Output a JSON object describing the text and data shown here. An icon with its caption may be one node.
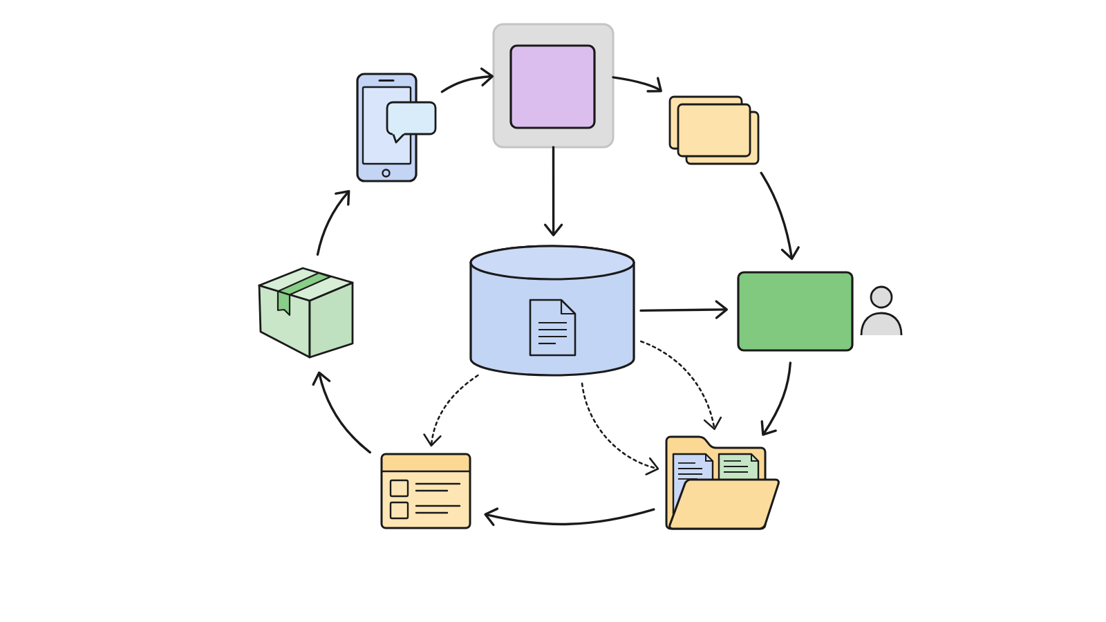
{
  "diagram": {
    "nodes": [
      {
        "text": [],
        "shape": "picture"
      },
      {
        "text": [],
        "shape": "box"
      },
      {
        "text": [],
        "shape": "box",
        "in": 1
      },
      {
        "text": [],
        "shape": "box"
      },
      {
        "text": [],
        "shape": "picture"
      },
      {
        "text": [],
        "shape": "cylinder"
      },
      {
        "text": [],
        "shape": "box"
      },
      {
        "text": [],
        "shape": "picture"
      },
      {
        "text": [],
        "shape": "picture"
      }
    ],
    "edges": [
      {
        "from": 0,
        "to": 1,
        "arrow": "to"
      },
      {
        "from": 1,
        "to": 3,
        "arrow": "to"
      },
      {
        "from": 1,
        "to": 5,
        "arrow": "to"
      },
      {
        "from": 3,
        "to": 6,
        "arrow": "to"
      },
      {
        "from": 5,
        "to": 6,
        "arrow": "to"
      },
      {
        "from": 6,
        "to": 8,
        "arrow": "to"
      },
      {
        "from": 5,
        "to": 8,
        "arrow": "to",
        "style": "dashed"
      },
      {
        "from": 5,
        "to": 8,
        "arrow": "to",
        "style": "dashed"
      },
      {
        "from": 5,
        "to": 7,
        "arrow": "to",
        "style": "dashed"
      },
      {
        "from": 8,
        "to": 7,
        "arrow": "to"
      },
      {
        "from": 7,
        "to": 4,
        "arrow": "to"
      },
      {
        "from": 4,
        "to": 0,
        "arrow": "to"
      }
    ]
  }
}
